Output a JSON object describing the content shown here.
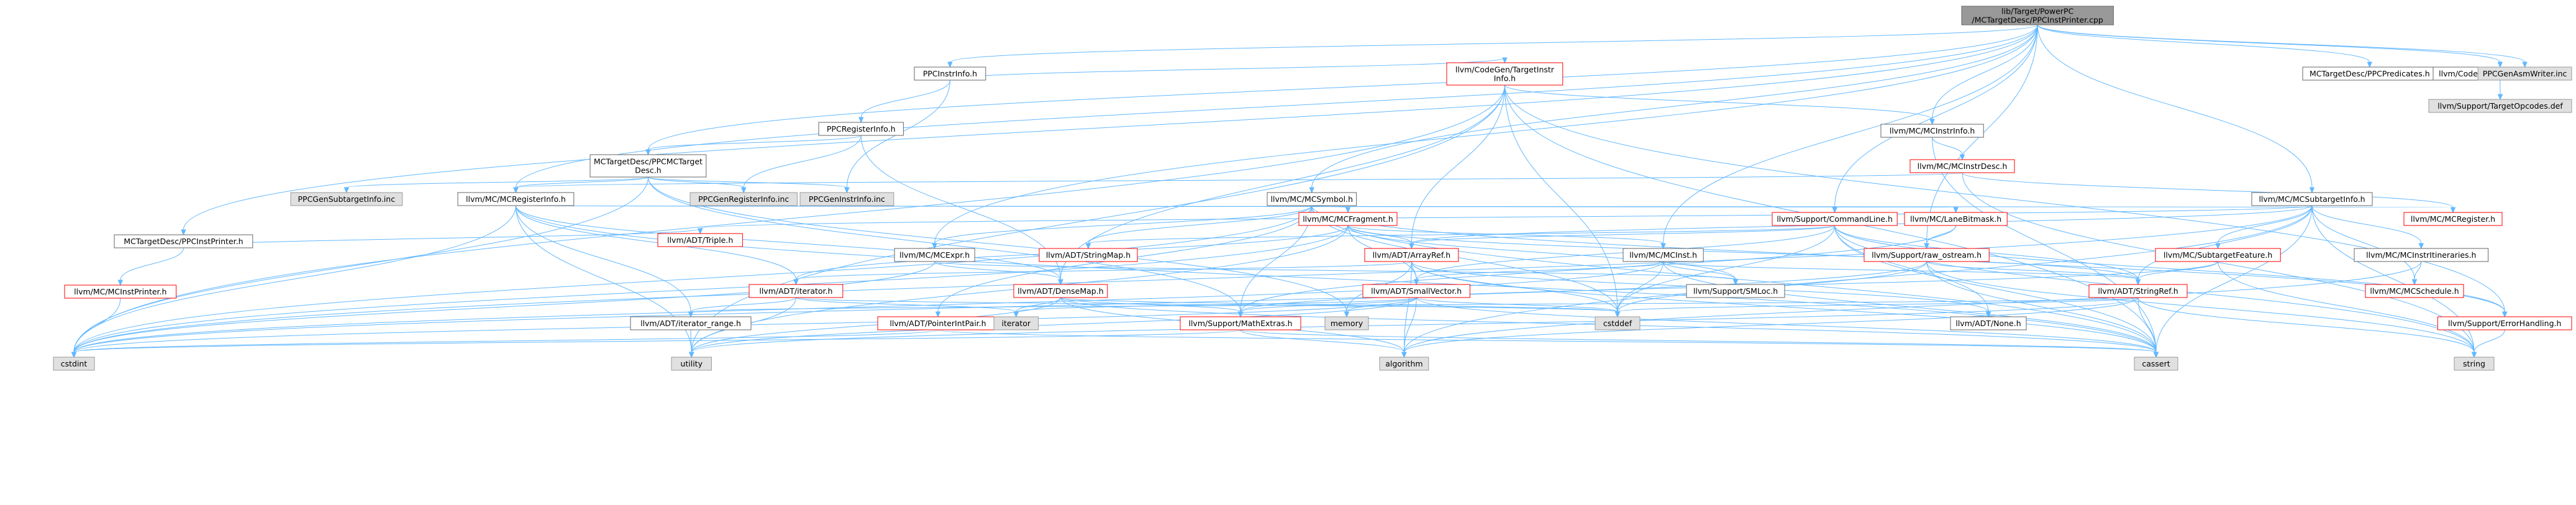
{
  "nodes": [
    {
      "id": "root",
      "lines": [
        "lib/Target/PowerPC",
        "/MCTargetDesc/PPCInstPrinter.cpp"
      ],
      "style": "root"
    },
    {
      "id": "ppcinstinfo",
      "lines": [
        "PPCInstrInfo.h"
      ],
      "style": "normal"
    },
    {
      "id": "mcpreds",
      "lines": [
        "MCTargetDesc/PPCPredicates.h"
      ],
      "style": "normal"
    },
    {
      "id": "cgtargetopc",
      "lines": [
        "llvm/CodeGen/TargetOpcodes.h"
      ],
      "style": "normal"
    },
    {
      "id": "asmwriter",
      "lines": [
        "PPCGenAsmWriter.inc"
      ],
      "style": "gray"
    },
    {
      "id": "targetopcdef",
      "lines": [
        "llvm/Support/TargetOpcodes.def"
      ],
      "style": "gray"
    },
    {
      "id": "targetinstr",
      "lines": [
        "llvm/CodeGen/TargetInstr",
        "Info.h"
      ],
      "style": "red"
    },
    {
      "id": "mcinstrinfo",
      "lines": [
        "llvm/MC/MCInstrInfo.h"
      ],
      "style": "normal"
    },
    {
      "id": "mcinstrdesc",
      "lines": [
        "llvm/MC/MCInstrDesc.h"
      ],
      "style": "red"
    },
    {
      "id": "ppcreginfo",
      "lines": [
        "PPCRegisterInfo.h"
      ],
      "style": "normal"
    },
    {
      "id": "mctdesc",
      "lines": [
        "MCTargetDesc/PPCMCTarget",
        "Desc.h"
      ],
      "style": "normal"
    },
    {
      "id": "ppcsubtarget",
      "lines": [
        "PPCGenSubtargetInfo.inc"
      ],
      "style": "gray"
    },
    {
      "id": "mcreginfo",
      "lines": [
        "llvm/MC/MCRegisterInfo.h"
      ],
      "style": "normal"
    },
    {
      "id": "ppcgenreg",
      "lines": [
        "PPCGenRegisterInfo.inc"
      ],
      "style": "gray"
    },
    {
      "id": "ppcgeninstr",
      "lines": [
        "PPCGenInstrInfo.inc"
      ],
      "style": "gray"
    },
    {
      "id": "instprinterh",
      "lines": [
        "MCTargetDesc/PPCInstPrinter.h"
      ],
      "style": "normal"
    },
    {
      "id": "mcinstprinter",
      "lines": [
        "llvm/MC/MCInstPrinter.h"
      ],
      "style": "red"
    },
    {
      "id": "mcsymbol",
      "lines": [
        "llvm/MC/MCSymbol.h"
      ],
      "style": "normal"
    },
    {
      "id": "mcfragment",
      "lines": [
        "llvm/MC/MCFragment.h"
      ],
      "style": "red"
    },
    {
      "id": "commandline",
      "lines": [
        "llvm/Support/CommandLine.h"
      ],
      "style": "red"
    },
    {
      "id": "lanebitmask",
      "lines": [
        "llvm/MC/LaneBitmask.h"
      ],
      "style": "red"
    },
    {
      "id": "mcsubtarget",
      "lines": [
        "llvm/MC/MCSubtargetInfo.h"
      ],
      "style": "normal"
    },
    {
      "id": "mcregister",
      "lines": [
        "llvm/MC/MCRegister.h"
      ],
      "style": "red"
    },
    {
      "id": "triple",
      "lines": [
        "llvm/ADT/Triple.h"
      ],
      "style": "red"
    },
    {
      "id": "mcexpr",
      "lines": [
        "llvm/MC/MCExpr.h"
      ],
      "style": "normal"
    },
    {
      "id": "stringmap",
      "lines": [
        "llvm/ADT/StringMap.h"
      ],
      "style": "red"
    },
    {
      "id": "arrayref",
      "lines": [
        "llvm/ADT/ArrayRef.h"
      ],
      "style": "red"
    },
    {
      "id": "mcinst",
      "lines": [
        "llvm/MC/MCInst.h"
      ],
      "style": "normal"
    },
    {
      "id": "rawostream",
      "lines": [
        "llvm/Support/raw_ostream.h"
      ],
      "style": "red"
    },
    {
      "id": "mcinstritin",
      "lines": [
        "llvm/MC/MCInstrItineraries.h"
      ],
      "style": "normal"
    },
    {
      "id": "subtargetfeat",
      "lines": [
        "llvm/MC/SubtargetFeature.h"
      ],
      "style": "red"
    },
    {
      "id": "iterator",
      "lines": [
        "llvm/ADT/iterator.h"
      ],
      "style": "red"
    },
    {
      "id": "densemap",
      "lines": [
        "llvm/ADT/DenseMap.h"
      ],
      "style": "red"
    },
    {
      "id": "smallvector",
      "lines": [
        "llvm/ADT/SmallVector.h"
      ],
      "style": "red"
    },
    {
      "id": "smloc",
      "lines": [
        "llvm/Support/SMLoc.h"
      ],
      "style": "normal"
    },
    {
      "id": "stringref",
      "lines": [
        "llvm/ADT/StringRef.h"
      ],
      "style": "red"
    },
    {
      "id": "mcschedule",
      "lines": [
        "llvm/MC/MCSchedule.h"
      ],
      "style": "red"
    },
    {
      "id": "iterrange",
      "lines": [
        "llvm/ADT/iterator_range.h"
      ],
      "style": "normal"
    },
    {
      "id": "ptrintpair",
      "lines": [
        "llvm/ADT/PointerIntPair.h"
      ],
      "style": "red"
    },
    {
      "id": "iteratorstd",
      "lines": [
        "iterator"
      ],
      "style": "gray"
    },
    {
      "id": "mathextras",
      "lines": [
        "llvm/Support/MathExtras.h"
      ],
      "style": "red"
    },
    {
      "id": "memory",
      "lines": [
        "memory"
      ],
      "style": "gray"
    },
    {
      "id": "cstddef",
      "lines": [
        "cstddef"
      ],
      "style": "gray"
    },
    {
      "id": "none",
      "lines": [
        "llvm/ADT/None.h"
      ],
      "style": "normal"
    },
    {
      "id": "errorhandling",
      "lines": [
        "llvm/Support/ErrorHandling.h"
      ],
      "style": "red"
    },
    {
      "id": "cstdint",
      "lines": [
        "cstdint"
      ],
      "style": "gray"
    },
    {
      "id": "utility",
      "lines": [
        "utility"
      ],
      "style": "gray"
    },
    {
      "id": "algorithm",
      "lines": [
        "algorithm"
      ],
      "style": "gray"
    },
    {
      "id": "cassert",
      "lines": [
        "cassert"
      ],
      "style": "gray"
    },
    {
      "id": "string",
      "lines": [
        "string"
      ],
      "style": "gray"
    }
  ],
  "edges": [
    [
      "root",
      "ppcinstinfo"
    ],
    [
      "root",
      "mcpreds"
    ],
    [
      "root",
      "cgtargetopc"
    ],
    [
      "root",
      "asmwriter"
    ],
    [
      "root",
      "instprinterh"
    ],
    [
      "root",
      "mctdesc"
    ],
    [
      "root",
      "mcreginfo"
    ],
    [
      "root",
      "mcexpr"
    ],
    [
      "root",
      "mcsymbol"
    ],
    [
      "root",
      "mcinstrinfo"
    ],
    [
      "root",
      "mcinst"
    ],
    [
      "root",
      "mcsubtarget"
    ],
    [
      "root",
      "commandline"
    ],
    [
      "root",
      "rawostream"
    ],
    [
      "cgtargetopc",
      "targetopcdef"
    ],
    [
      "ppcinstinfo",
      "targetinstr"
    ],
    [
      "ppcinstinfo",
      "ppcreginfo"
    ],
    [
      "ppcinstinfo",
      "ppcgeninstr"
    ],
    [
      "targetinstr",
      "mcinstrinfo"
    ],
    [
      "targetinstr",
      "arrayref"
    ],
    [
      "targetinstr",
      "densemap"
    ],
    [
      "targetinstr",
      "cstddef"
    ],
    [
      "targetinstr",
      "cstdint"
    ],
    [
      "targetinstr",
      "utility"
    ],
    [
      "targetinstr",
      "errorhandling"
    ],
    [
      "targetinstr",
      "cassert"
    ],
    [
      "mcinstrinfo",
      "mcinstrdesc"
    ],
    [
      "mcinstrinfo",
      "cassert"
    ],
    [
      "mcinstrdesc",
      "mcreginfo"
    ],
    [
      "mcinstrdesc",
      "mcregister"
    ],
    [
      "mcinstrdesc",
      "string"
    ],
    [
      "ppcreginfo",
      "mctdesc"
    ],
    [
      "ppcreginfo",
      "ppcgenreg"
    ],
    [
      "ppcreginfo",
      "densemap"
    ],
    [
      "mctdesc",
      "ppcsubtarget"
    ],
    [
      "mctdesc",
      "mcreginfo"
    ],
    [
      "mctdesc",
      "ppcgenreg"
    ],
    [
      "mctdesc",
      "ppcgeninstr"
    ],
    [
      "mctdesc",
      "cstdint"
    ],
    [
      "mctdesc",
      "memory"
    ],
    [
      "mctdesc",
      "mathextras"
    ],
    [
      "mcreginfo",
      "lanebitmask"
    ],
    [
      "mcreginfo",
      "mcregister"
    ],
    [
      "mcreginfo",
      "iterator"
    ],
    [
      "mcreginfo",
      "iterrange"
    ],
    [
      "mcreginfo",
      "cassert"
    ],
    [
      "mcreginfo",
      "cstdint"
    ],
    [
      "mcreginfo",
      "utility"
    ],
    [
      "mcreginfo",
      "densemap"
    ],
    [
      "instprinterh",
      "triple"
    ],
    [
      "instprinterh",
      "mcinstprinter"
    ],
    [
      "mcinstprinter",
      "cstdint"
    ],
    [
      "mcsymbol",
      "mcfragment"
    ],
    [
      "mcsymbol",
      "mcexpr"
    ],
    [
      "mcsymbol",
      "stringmap"
    ],
    [
      "mcsymbol",
      "mathextras"
    ],
    [
      "mcsymbol",
      "errorhandling"
    ],
    [
      "mcsymbol",
      "cassert"
    ],
    [
      "mcsymbol",
      "cstddef"
    ],
    [
      "mcsymbol",
      "cstdint"
    ],
    [
      "mcsymbol",
      "ptrintpair"
    ],
    [
      "mcfragment",
      "arrayref"
    ],
    [
      "mcfragment",
      "smallvector"
    ],
    [
      "mcfragment",
      "stringref"
    ],
    [
      "mcfragment",
      "iterator"
    ],
    [
      "mcfragment",
      "mcinst"
    ],
    [
      "mcfragment",
      "cstdint"
    ],
    [
      "mcfragment",
      "utility"
    ],
    [
      "mcfragment",
      "smloc"
    ],
    [
      "mcexpr",
      "densemap"
    ],
    [
      "mcexpr",
      "smloc"
    ],
    [
      "mcexpr",
      "cstdint"
    ],
    [
      "mcinst",
      "smallvector"
    ],
    [
      "mcinst",
      "stringref"
    ],
    [
      "mcinst",
      "smloc"
    ],
    [
      "mcinst",
      "cassert"
    ],
    [
      "mcinst",
      "cstddef"
    ],
    [
      "mcinst",
      "cstdint"
    ],
    [
      "commandline",
      "arrayref"
    ],
    [
      "commandline",
      "smallvector"
    ],
    [
      "commandline",
      "stringmap"
    ],
    [
      "commandline",
      "stringref"
    ],
    [
      "commandline",
      "errorhandling"
    ],
    [
      "commandline",
      "raw_ostream"
    ],
    [
      "commandline",
      "cassert"
    ],
    [
      "commandline",
      "cstddef"
    ],
    [
      "commandline",
      "none"
    ],
    [
      "commandline",
      "string"
    ],
    [
      "lanebitmask",
      "rawostream"
    ],
    [
      "lanebitmask",
      "mathextras"
    ],
    [
      "mcsubtarget",
      "arrayref"
    ],
    [
      "mcsubtarget",
      "stringref"
    ],
    [
      "mcsubtarget",
      "mcinstritin"
    ],
    [
      "mcsubtarget",
      "mcschedule"
    ],
    [
      "mcsubtarget",
      "subtargetfeat"
    ],
    [
      "mcsubtarget",
      "triple"
    ],
    [
      "mcsubtarget",
      "algorithm"
    ],
    [
      "mcsubtarget",
      "cassert"
    ],
    [
      "mcsubtarget",
      "cstdint"
    ],
    [
      "mcsubtarget",
      "string"
    ],
    [
      "mcinstritin",
      "mcschedule"
    ],
    [
      "mcinstritin",
      "algorithm"
    ],
    [
      "subtargetfeat",
      "stringref"
    ],
    [
      "subtargetfeat",
      "mathextras"
    ],
    [
      "subtargetfeat",
      "string"
    ],
    [
      "rawostream",
      "stringref"
    ],
    [
      "rawostream",
      "cassert"
    ],
    [
      "rawostream",
      "cstddef"
    ],
    [
      "rawostream",
      "cstdint"
    ],
    [
      "rawostream",
      "string"
    ],
    [
      "arrayref",
      "smallvector"
    ],
    [
      "arrayref",
      "none"
    ],
    [
      "arrayref",
      "iterator"
    ],
    [
      "arrayref",
      "algorithm"
    ],
    [
      "arrayref",
      "cassert"
    ],
    [
      "arrayref",
      "cstddef"
    ],
    [
      "arrayref",
      "memory"
    ],
    [
      "iterator",
      "iterrange"
    ],
    [
      "iterator",
      "cstddef"
    ],
    [
      "iterator",
      "iteratorstd"
    ],
    [
      "iterator",
      "utility"
    ],
    [
      "densemap",
      "mathextras"
    ],
    [
      "densemap",
      "algorithm"
    ],
    [
      "densemap",
      "cassert"
    ],
    [
      "densemap",
      "cstddef"
    ],
    [
      "densemap",
      "iteratorstd"
    ],
    [
      "densemap",
      "utility"
    ],
    [
      "smallvector",
      "mathextras"
    ],
    [
      "smallvector",
      "algorithm"
    ],
    [
      "smallvector",
      "cassert"
    ],
    [
      "smallvector",
      "cstddef"
    ],
    [
      "smallvector",
      "cstdint"
    ],
    [
      "smallvector",
      "iteratorstd"
    ],
    [
      "smallvector",
      "memory"
    ],
    [
      "smallvector",
      "utility"
    ],
    [
      "stringref",
      "iterrange"
    ],
    [
      "stringref",
      "algorithm"
    ],
    [
      "stringref",
      "cassert"
    ],
    [
      "stringref",
      "cstddef"
    ],
    [
      "stringref",
      "string"
    ],
    [
      "stringref",
      "utility"
    ],
    [
      "iterrange",
      "utility"
    ],
    [
      "ptrintpair",
      "cassert"
    ],
    [
      "ptrintpair",
      "cstdint"
    ],
    [
      "mathextras",
      "cassert"
    ],
    [
      "mathextras",
      "algorithm"
    ],
    [
      "mathextras",
      "cstdint"
    ],
    [
      "errorhandling",
      "string"
    ]
  ]
}
